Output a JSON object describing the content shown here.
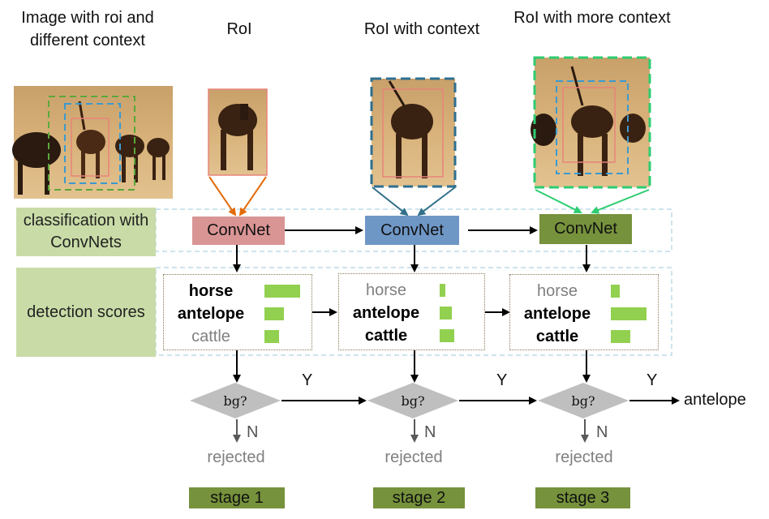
{
  "headers": {
    "image": "Image with roi and different context",
    "roi": "RoI",
    "roi_context": "RoI with context",
    "roi_more_context": "RoI with more context"
  },
  "sidebar": {
    "classification": "classification with ConvNets",
    "detection": "detection scores"
  },
  "convnet_label": "ConvNet",
  "colors": {
    "convnet1": "#d99594",
    "convnet2": "#6f97c6",
    "convnet3": "#76923c",
    "arrow1": "#e26b0a",
    "arrow2": "#31708a",
    "arrow3": "#2ecc71",
    "bar": "#92d050",
    "stage": "#76923c",
    "sidebox": "#c9dca7"
  },
  "stages": [
    {
      "label": "stage 1",
      "scores": [
        {
          "name": "horse",
          "value": 1.0,
          "emphasis": true
        },
        {
          "name": "antelope",
          "value": 0.55,
          "emphasis": true
        },
        {
          "name": "cattle",
          "value": 0.4,
          "emphasis": false
        }
      ]
    },
    {
      "label": "stage 2",
      "scores": [
        {
          "name": "horse",
          "value": 0.15,
          "emphasis": false
        },
        {
          "name": "antelope",
          "value": 0.35,
          "emphasis": true
        },
        {
          "name": "cattle",
          "value": 0.4,
          "emphasis": true
        }
      ]
    },
    {
      "label": "stage 3",
      "scores": [
        {
          "name": "horse",
          "value": 0.25,
          "emphasis": false
        },
        {
          "name": "antelope",
          "value": 1.0,
          "emphasis": true
        },
        {
          "name": "cattle",
          "value": 0.55,
          "emphasis": true
        }
      ]
    }
  ],
  "decision": {
    "question": "bg?",
    "yes": "Y",
    "no": "N",
    "rejected": "rejected",
    "final_output": "antelope"
  }
}
